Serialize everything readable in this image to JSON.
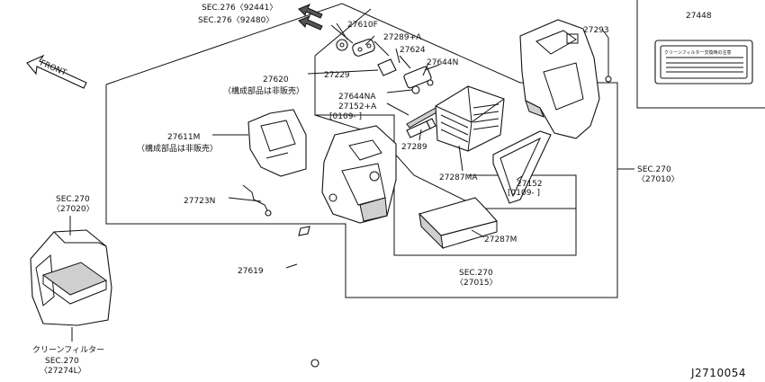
{
  "sec_refs": {
    "sec276_92441": "SEC.276〈92441〉",
    "sec276_92480": "SEC.276〈92480〉",
    "sec270_27010_a": "SEC.270",
    "sec270_27010_b": "〈27010〉",
    "sec270_27020_a": "SEC.270",
    "sec270_27020_b": "〈27020〉",
    "sec270_27015_a": "SEC.270",
    "sec270_27015_b": "〈27015〉",
    "sec270_27274L_a": "SEC.270",
    "sec270_27274L_b": "〈27274L〉"
  },
  "front_label": "FRONT",
  "parts": {
    "p27610F": "27610F",
    "p27289A": "27289+A",
    "p27624": "27624",
    "p27620": "27620",
    "p27620_note": "（構成部品は非販売）",
    "p27229": "27229",
    "p27644N": "27644N",
    "p27644NA": "27644NA",
    "p27152A": "27152+A",
    "p27152A_range": "[0109-        ]",
    "p27611M": "27611M",
    "p27611M_note": "（構成部品は非販売）",
    "p27289": "27289",
    "p27287MA": "27287MA",
    "p27152": "27152",
    "p27152_range": "[0109-        ]",
    "p27723N": "27723N",
    "p27287M": "27287M",
    "p27619": "27619",
    "p27293": "27293",
    "p27448": "27448",
    "label_text": "クリーンフィルター交換時の注意",
    "clean_filter": "クリーンフィルター"
  },
  "diagram_code": "J2710054"
}
